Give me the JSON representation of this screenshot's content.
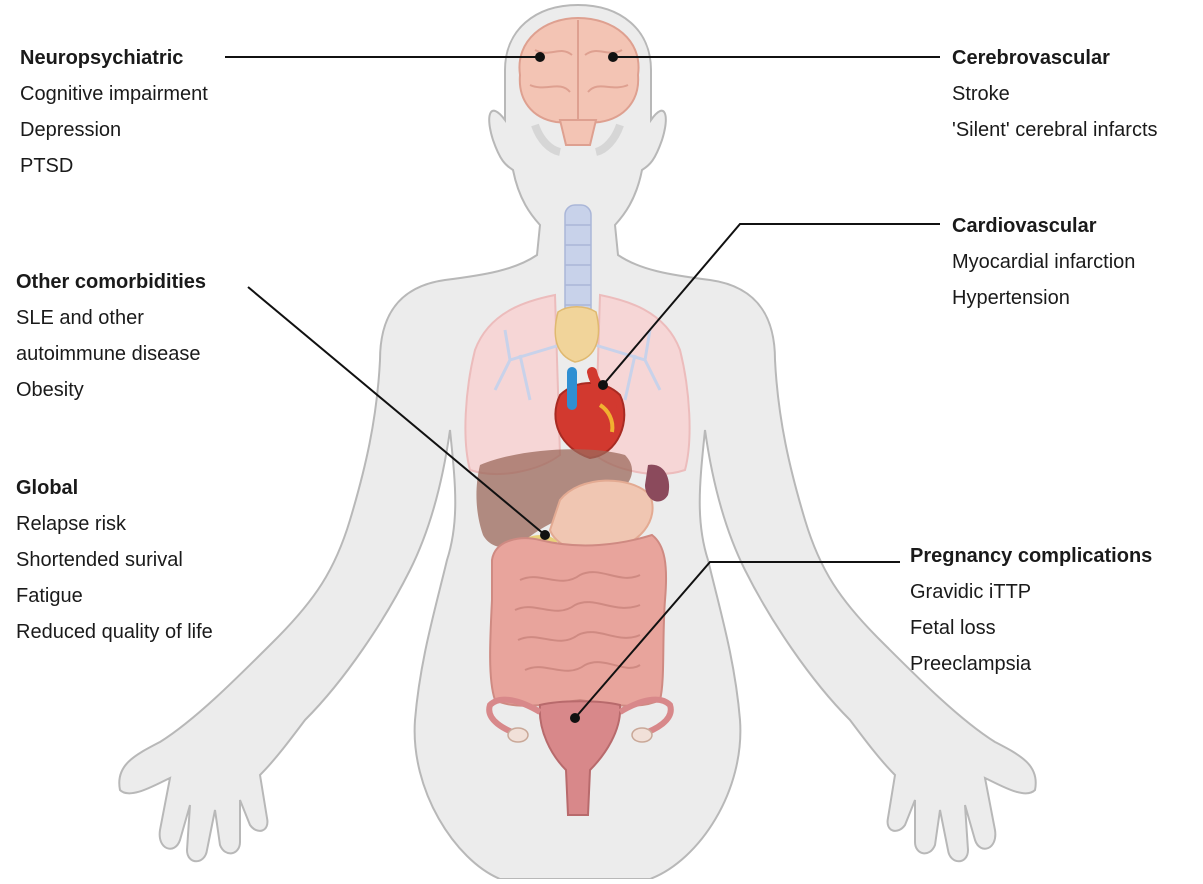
{
  "groups": {
    "neuropsychiatric": {
      "title": "Neuropsychiatric",
      "items": [
        "Cognitive impairment",
        "Depression",
        "PTSD"
      ]
    },
    "cerebrovascular": {
      "title": "Cerebrovascular",
      "items": [
        "Stroke",
        "'Silent' cerebral infarcts"
      ]
    },
    "cardiovascular": {
      "title": "Cardiovascular",
      "items": [
        "Myocardial infarction",
        "Hypertension"
      ]
    },
    "other": {
      "title": "Other comorbidities",
      "items": [
        "SLE and other",
        "autoimmune disease",
        "Obesity"
      ]
    },
    "global": {
      "title": "Global",
      "items": [
        "Relapse risk",
        "Shortended surival",
        "Fatigue",
        "Reduced quality of life"
      ]
    },
    "pregnancy": {
      "title": "Pregnancy complications",
      "items": [
        "Gravidic iTTP",
        "Fetal loss",
        "Preeclampsia"
      ]
    }
  },
  "colors": {
    "body_fill": "#ececec",
    "body_stroke": "#b8b8b8",
    "brain": "#f3c4b4",
    "lungs": "#f6d6d6",
    "airway": "#c8d2ea",
    "thymus": "#f1d49a",
    "heart": "#d2392f",
    "vessel_blue": "#2f8fd2",
    "liver": "#9c6a5c",
    "stomach": "#f0c6b2",
    "intestine": "#e8a49c",
    "uterus": "#d8888a",
    "leader": "#111111"
  }
}
